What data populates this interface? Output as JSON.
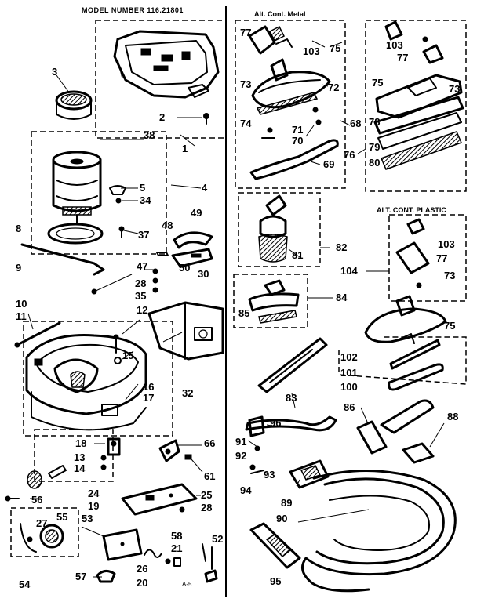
{
  "header": {
    "model": "MODEL NUMBER 116.21801"
  },
  "groups": {
    "metal_attachments": "Alt. Cont. Metal",
    "plastic_attachments": "ALT. CONT. PLASTIC"
  },
  "footer": {
    "page_code": "A-5"
  },
  "parts": [
    {
      "id": "p1",
      "text": "1"
    },
    {
      "id": "p2",
      "text": "2"
    },
    {
      "id": "p3",
      "text": "3"
    },
    {
      "id": "p4",
      "text": "4"
    },
    {
      "id": "p5",
      "text": "5"
    },
    {
      "id": "p8",
      "text": "8"
    },
    {
      "id": "p9",
      "text": "9"
    },
    {
      "id": "p10",
      "text": "10"
    },
    {
      "id": "p11",
      "text": "11"
    },
    {
      "id": "p12",
      "text": "12"
    },
    {
      "id": "p13",
      "text": "13"
    },
    {
      "id": "p14",
      "text": "14"
    },
    {
      "id": "p15",
      "text": "15"
    },
    {
      "id": "p16",
      "text": "16"
    },
    {
      "id": "p17",
      "text": "17"
    },
    {
      "id": "p18",
      "text": "18"
    },
    {
      "id": "p19",
      "text": "19"
    },
    {
      "id": "p20",
      "text": "20"
    },
    {
      "id": "p21",
      "text": "21"
    },
    {
      "id": "p24",
      "text": "24"
    },
    {
      "id": "p25",
      "text": "25"
    },
    {
      "id": "p26",
      "text": "26"
    },
    {
      "id": "p27",
      "text": "27"
    },
    {
      "id": "p28a",
      "text": "28"
    },
    {
      "id": "p28b",
      "text": "28"
    },
    {
      "id": "p30",
      "text": "30"
    },
    {
      "id": "p32",
      "text": "32"
    },
    {
      "id": "p34",
      "text": "34"
    },
    {
      "id": "p35",
      "text": "35"
    },
    {
      "id": "p37",
      "text": "37"
    },
    {
      "id": "p38",
      "text": "38"
    },
    {
      "id": "p47",
      "text": "47"
    },
    {
      "id": "p48",
      "text": "48"
    },
    {
      "id": "p49",
      "text": "49"
    },
    {
      "id": "p50",
      "text": "50"
    },
    {
      "id": "p52",
      "text": "52"
    },
    {
      "id": "p53",
      "text": "53"
    },
    {
      "id": "p54",
      "text": "54"
    },
    {
      "id": "p55",
      "text": "55"
    },
    {
      "id": "p56",
      "text": "56"
    },
    {
      "id": "p57",
      "text": "57"
    },
    {
      "id": "p58",
      "text": "58"
    },
    {
      "id": "p61",
      "text": "61"
    },
    {
      "id": "p66",
      "text": "66"
    },
    {
      "id": "p68",
      "text": "68"
    },
    {
      "id": "p69",
      "text": "69"
    },
    {
      "id": "p70",
      "text": "70"
    },
    {
      "id": "p71",
      "text": "71"
    },
    {
      "id": "p72",
      "text": "72"
    },
    {
      "id": "p73a",
      "text": "73"
    },
    {
      "id": "p73b",
      "text": "73"
    },
    {
      "id": "p73c",
      "text": "73"
    },
    {
      "id": "p74",
      "text": "74"
    },
    {
      "id": "p75a",
      "text": "75"
    },
    {
      "id": "p75b",
      "text": "75"
    },
    {
      "id": "p75c",
      "text": "75"
    },
    {
      "id": "p76",
      "text": "76"
    },
    {
      "id": "p77a",
      "text": "77"
    },
    {
      "id": "p77b",
      "text": "77"
    },
    {
      "id": "p77c",
      "text": "77"
    },
    {
      "id": "p78",
      "text": "78"
    },
    {
      "id": "p79",
      "text": "79"
    },
    {
      "id": "p80",
      "text": "80"
    },
    {
      "id": "p81",
      "text": "81"
    },
    {
      "id": "p82",
      "text": "82"
    },
    {
      "id": "p83",
      "text": "83"
    },
    {
      "id": "p84",
      "text": "84"
    },
    {
      "id": "p85",
      "text": "85"
    },
    {
      "id": "p86",
      "text": "86"
    },
    {
      "id": "p88",
      "text": "88"
    },
    {
      "id": "p89",
      "text": "89"
    },
    {
      "id": "p90",
      "text": "90"
    },
    {
      "id": "p91",
      "text": "91"
    },
    {
      "id": "p92",
      "text": "92"
    },
    {
      "id": "p93",
      "text": "93"
    },
    {
      "id": "p94",
      "text": "94"
    },
    {
      "id": "p95",
      "text": "95"
    },
    {
      "id": "p96",
      "text": "96"
    },
    {
      "id": "p100",
      "text": "100"
    },
    {
      "id": "p101",
      "text": "101"
    },
    {
      "id": "p102",
      "text": "102"
    },
    {
      "id": "p103a",
      "text": "103"
    },
    {
      "id": "p103b",
      "text": "103"
    },
    {
      "id": "p103c",
      "text": "103"
    },
    {
      "id": "p104",
      "text": "104"
    }
  ]
}
